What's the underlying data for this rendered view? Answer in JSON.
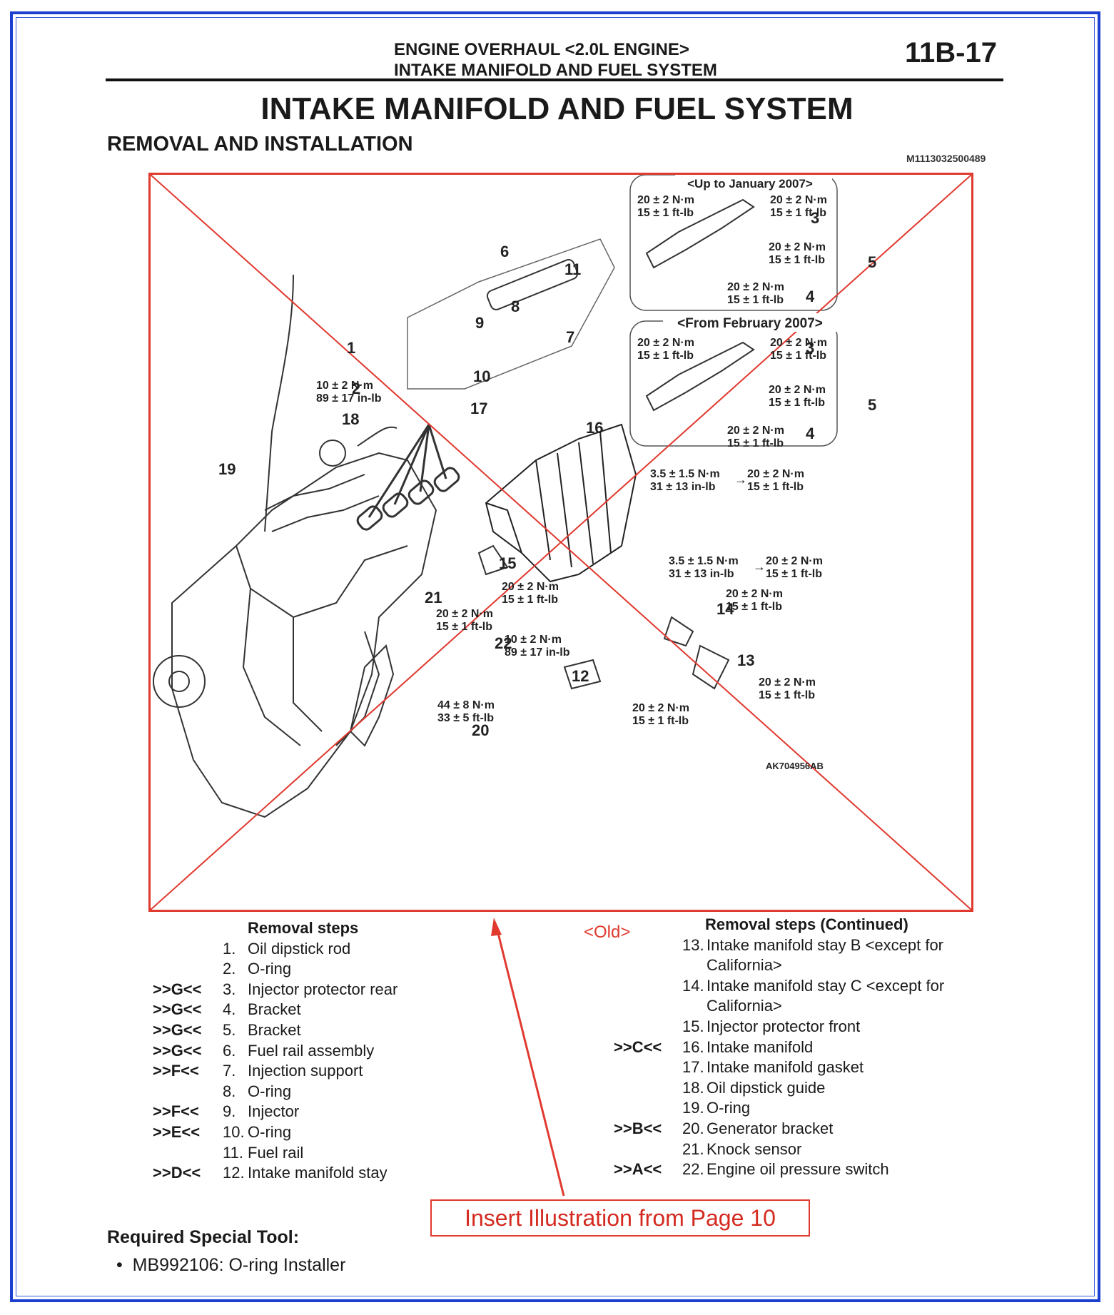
{
  "header": {
    "line1": "ENGINE OVERHAUL <2.0L ENGINE>",
    "line2": "INTAKE MANIFOLD AND FUEL SYSTEM",
    "page_number": "11B-17"
  },
  "title": "INTAKE MANIFOLD AND FUEL SYSTEM",
  "subtitle": "REMOVAL AND INSTALLATION",
  "doc_id": "M1113032500489",
  "illustration": {
    "id": "AK704956AB",
    "label_up_to": "<Up to January 2007>",
    "label_from": "<From February 2007>",
    "callouts": [
      "1",
      "2",
      "3",
      "4",
      "5",
      "6",
      "7",
      "8",
      "9",
      "10",
      "11",
      "12",
      "13",
      "14",
      "15",
      "16",
      "17",
      "18",
      "19",
      "20",
      "21",
      "22"
    ],
    "torque": {
      "t20_nm": "20 ± 2 N·m",
      "t20_ftlb": "15 ± 1 ft-lb",
      "t10_nm": "10 ± 2 N·m",
      "t10_inlb": "89 ± 17 in-lb",
      "t44_nm": "44 ± 8 N·m",
      "t44_ftlb": "33 ± 5 ft-lb",
      "t35_nm": "3.5 ± 1.5 N·m",
      "t35_inlb": "31 ± 13 in-lb"
    },
    "stroke_color": "#e03a2f"
  },
  "old_label": "<Old>",
  "steps_left": {
    "heading": "Removal steps",
    "items": [
      {
        "marker": "",
        "num": "1.",
        "text": "Oil dipstick rod"
      },
      {
        "marker": "",
        "num": "2.",
        "text": "O-ring"
      },
      {
        "marker": ">>G<<",
        "num": "3.",
        "text": "Injector protector rear"
      },
      {
        "marker": ">>G<<",
        "num": "4.",
        "text": "Bracket"
      },
      {
        "marker": ">>G<<",
        "num": "5.",
        "text": "Bracket"
      },
      {
        "marker": ">>G<<",
        "num": "6.",
        "text": "Fuel rail assembly"
      },
      {
        "marker": ">>F<<",
        "num": "7.",
        "text": "Injection support"
      },
      {
        "marker": "",
        "num": "8.",
        "text": "O-ring"
      },
      {
        "marker": ">>F<<",
        "num": "9.",
        "text": "Injector"
      },
      {
        "marker": ">>E<<",
        "num": "10.",
        "text": "O-ring"
      },
      {
        "marker": "",
        "num": "11.",
        "text": "Fuel rail"
      },
      {
        "marker": ">>D<<",
        "num": "12.",
        "text": "Intake manifold stay"
      }
    ]
  },
  "steps_right": {
    "heading": "Removal steps (Continued)",
    "items": [
      {
        "marker": "",
        "num": "13.",
        "text": "Intake manifold stay B <except for",
        "cont": "California>"
      },
      {
        "marker": "",
        "num": "14.",
        "text": "Intake manifold stay C <except for",
        "cont": "California>"
      },
      {
        "marker": "",
        "num": "15.",
        "text": "Injector protector front"
      },
      {
        "marker": ">>C<<",
        "num": "16.",
        "text": "Intake manifold"
      },
      {
        "marker": "",
        "num": "17.",
        "text": "Intake manifold gasket"
      },
      {
        "marker": "",
        "num": "18.",
        "text": "Oil dipstick guide"
      },
      {
        "marker": "",
        "num": "19.",
        "text": "O-ring"
      },
      {
        "marker": ">>B<<",
        "num": "20.",
        "text": "Generator bracket"
      },
      {
        "marker": "",
        "num": "21.",
        "text": "Knock sensor"
      },
      {
        "marker": ">>A<<",
        "num": "22.",
        "text": "Engine oil pressure switch"
      }
    ]
  },
  "insert_note": "Insert Illustration from Page 10",
  "tool": {
    "heading": "Required Special Tool:",
    "item": "MB992106: O-ring Installer"
  },
  "colors": {
    "frame": "#1c3fd0",
    "annotation": "#e03a2f"
  }
}
